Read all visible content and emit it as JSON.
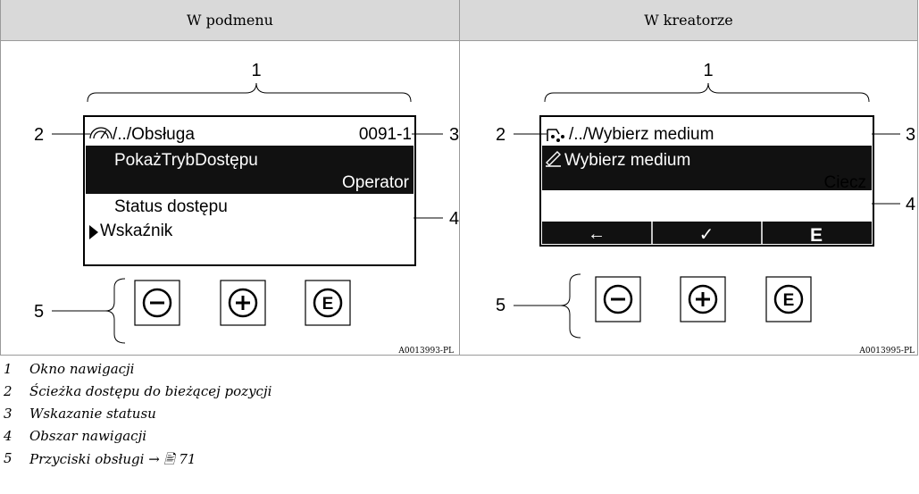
{
  "headers": {
    "left": "W podmenu",
    "right": "W kreatorze"
  },
  "left_panel": {
    "path": "/../Obsługa",
    "status": "0091-1",
    "row1": "PokażTrybDostępu",
    "row1_value": "Operator",
    "row2": "Status dostępu",
    "row3": "Wskaźnik",
    "code": "A0013993-PL"
  },
  "right_panel": {
    "path": "/../Wybierz medium",
    "row1": "Wybierz medium",
    "row1_value": "Ciecz",
    "softkeys": [
      "←",
      "✓",
      "E"
    ],
    "code": "A0013995-PL"
  },
  "callouts": [
    "1",
    "2",
    "3",
    "4",
    "5"
  ],
  "keys": {
    "minus": "−",
    "plus": "+",
    "enter": "E"
  },
  "legend": [
    {
      "num": "1",
      "text": "Okno nawigacji"
    },
    {
      "num": "2",
      "text": "Ścieżka dostępu do bieżącej pozycji"
    },
    {
      "num": "3",
      "text": "Wskazanie statusu"
    },
    {
      "num": "4",
      "text": "Obszar nawigacji"
    },
    {
      "num": "5",
      "text": "Przyciski obsługi → 🖹 71"
    }
  ]
}
